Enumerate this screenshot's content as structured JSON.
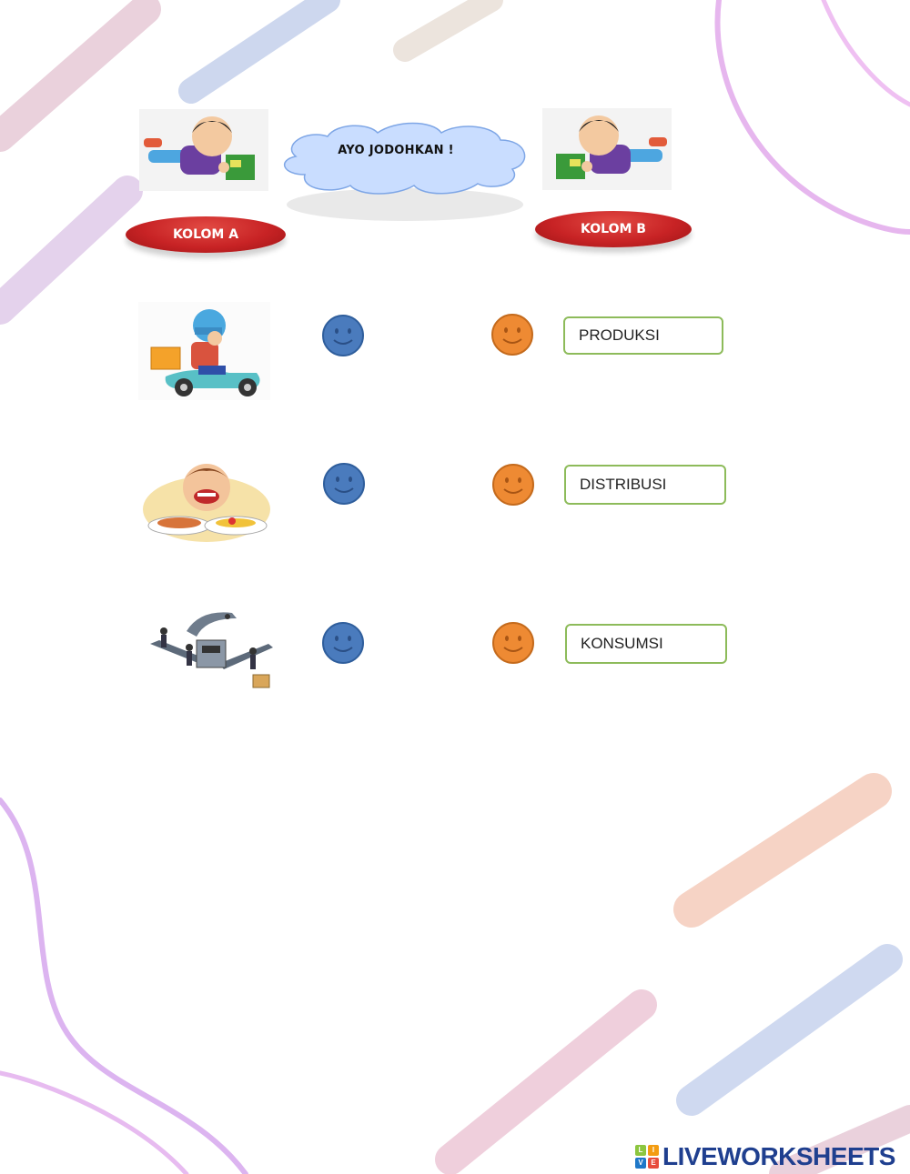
{
  "header": {
    "title": "AYO JODOHKAN !",
    "column_a_label": "KOLOM A",
    "column_b_label": "KOLOM B"
  },
  "rows": [
    {
      "image_name": "delivery-scooter-image",
      "answer": "PRODUKSI"
    },
    {
      "image_name": "eating-boy-image",
      "answer": "DISTRIBUSI"
    },
    {
      "image_name": "factory-conveyor-image",
      "answer": "KONSUMSI"
    }
  ],
  "icons": {
    "left_dot": "smiley-blue-icon",
    "right_dot": "smiley-orange-icon",
    "reading_kid": "reading-boy-icon"
  },
  "colors": {
    "pill_red": "#c82325",
    "dot_blue": "#4a7bbd",
    "dot_orange": "#ee8a33",
    "box_border": "#8dbb5a",
    "logo_blue": "#1f3f8f"
  },
  "footer": {
    "logo_text": "LIVEWORKSHEETS"
  }
}
